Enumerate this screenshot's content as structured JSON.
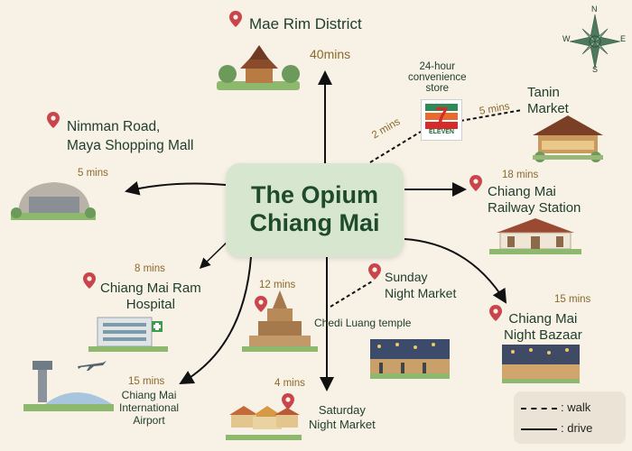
{
  "center": {
    "title": "The Opium\nChiang Mai"
  },
  "places": {
    "mae_rim": {
      "name": "Mae Rim District",
      "time": "40mins"
    },
    "convenience": {
      "name": "24-hour\nconvenience\nstore",
      "time": "2 mins"
    },
    "tanin": {
      "name": "Tanin\nMarket",
      "time": "5 mins"
    },
    "nimman": {
      "name": "Nimman Road,\nMaya Shopping Mall",
      "time": "5 mins"
    },
    "railway": {
      "name": "Chiang Mai\nRailway Station",
      "time": "18 mins"
    },
    "ram_hospital": {
      "name": "Chiang Mai Ram\nHospital",
      "time": "8 mins"
    },
    "chedi": {
      "name": "Chedi Luang temple",
      "time": "12 mins"
    },
    "sunday": {
      "name": "Sunday\nNight Market"
    },
    "night_bazaar": {
      "name": "Chiang Mai\nNight Bazaar",
      "time": "15 mins"
    },
    "airport": {
      "name": "Chiang Mai\nInternational\nAirport",
      "time": "15 mins"
    },
    "saturday": {
      "name": "Saturday\nNight Market",
      "time": "4 mins"
    }
  },
  "store_sign": "ELEVEN",
  "compass": {
    "n": "N",
    "e": "E",
    "s": "S",
    "w": "W"
  },
  "legend": {
    "walk": ": walk",
    "drive": ": drive"
  },
  "colors": {
    "background": "#f7f1e6",
    "center": "#d7e6cf",
    "text": "#1e3d2b",
    "time": "#8a6a2c",
    "pin": "#c9454b"
  }
}
